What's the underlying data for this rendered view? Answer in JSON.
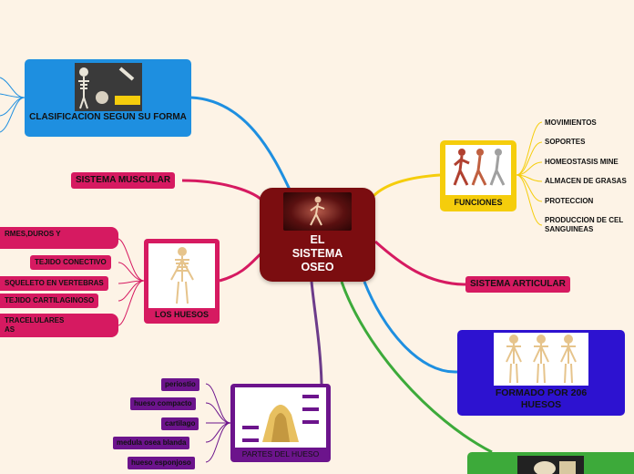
{
  "center": {
    "title_line1": "EL",
    "title_line2": "SISTEMA",
    "title_line3": "OSEO"
  },
  "clasificacion": {
    "label": "CLASIFICACION SEGUN SU FORMA"
  },
  "sistema_muscular": {
    "label": "SISTEMA MUSCULAR"
  },
  "sistema_articular": {
    "label": "SISTEMA ARTICULAR"
  },
  "los_huesos": {
    "label": "LOS HUESOS",
    "items": [
      "RMES,DUROS Y",
      "TEJIDO CONECTIVO",
      "SQUELETO EN VERTEBRAS",
      "TEJIDO CARTILAGINOSO",
      "TRACELULARES",
      "AS"
    ]
  },
  "funciones": {
    "label": "FUNCIONES",
    "items": [
      "MOVIMIENTOS",
      "SOPORTES",
      "HOMEOSTASIS MINE",
      "ALMACEN DE GRASAS",
      "PROTECCION",
      "PRODUCCION DE CEL",
      "SANGUINEAS"
    ]
  },
  "formado": {
    "label_line1": "FORMADO POR 206",
    "label_line2": "HUESOS"
  },
  "partes": {
    "label": "PARTES DEL HUESO",
    "items": [
      "periostio",
      "hueso compacto",
      "cartilago",
      "medula osea blanda",
      "hueso esponjoso"
    ]
  },
  "colors": {
    "background": "#fdf3e6",
    "center": "#7b0d10",
    "blue": "#1e8fe0",
    "pink": "#d61a61",
    "yellow": "#f5cd0c",
    "indigo": "#2d12d0",
    "purple": "#6c148c",
    "green": "#3daa3a"
  }
}
